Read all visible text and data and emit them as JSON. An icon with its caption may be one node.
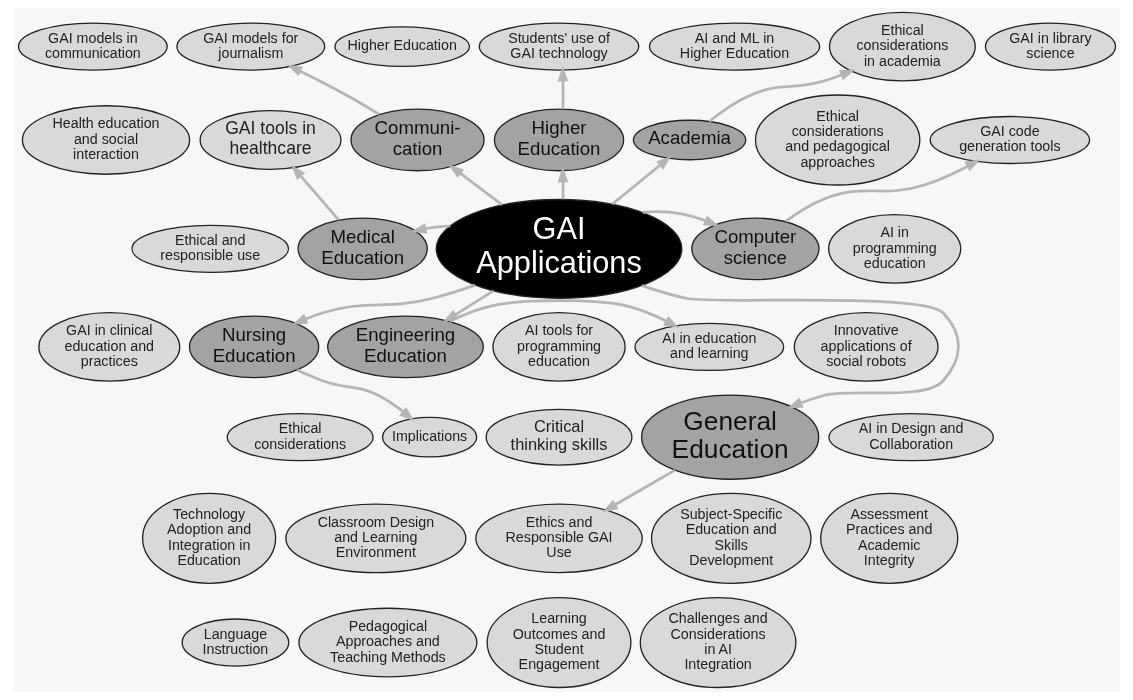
{
  "diagram": {
    "nodes": [
      {
        "text": [
          "GAI Applications"
        ]
      },
      {
        "text": [
          "Medical Education"
        ]
      },
      {
        "text": [
          "Communi- cation"
        ]
      },
      {
        "text": [
          "Higher Education"
        ]
      },
      {
        "text": [
          "Academia"
        ]
      },
      {
        "text": [
          "Computer science"
        ]
      },
      {
        "text": [
          "Engineering Education"
        ]
      },
      {
        "text": [
          "General Education"
        ]
      },
      {
        "text": [
          "Nursing Education"
        ]
      },
      {
        "text": [
          "Health education and social interaction"
        ]
      },
      {
        "text": [
          "GAI tools in healthcare"
        ]
      },
      {
        "text": [
          "Ethical and responsible use"
        ]
      },
      {
        "text": [
          "GAI in clinical education and practices"
        ]
      },
      {
        "text": [
          "GAI models in communication"
        ]
      },
      {
        "text": [
          "GAI models for journalism"
        ]
      },
      {
        "text": [
          "Higher Education"
        ]
      },
      {
        "text": [
          "Students' use of GAI technology"
        ]
      },
      {
        "text": [
          "AI and ML in Higher Education"
        ]
      },
      {
        "text": [
          "Ethical considerations in academia"
        ]
      },
      {
        "text": [
          "GAI in library science"
        ]
      },
      {
        "text": [
          "Ethical considerations and pedagogical approaches"
        ]
      },
      {
        "text": [
          "GAI code generation tools"
        ]
      },
      {
        "text": [
          "AI in programming education"
        ]
      },
      {
        "text": [
          "AI tools for programming education"
        ]
      },
      {
        "text": [
          "AI in education and learning"
        ]
      },
      {
        "text": [
          "Innovative applications of social robots"
        ]
      },
      {
        "text": [
          "AI in Design and Collaboration"
        ]
      },
      {
        "text": [
          "Implications"
        ]
      },
      {
        "text": [
          "Ethical considerations"
        ]
      },
      {
        "text": [
          "Critical thinking skills"
        ]
      },
      {
        "text": [
          "Technology Adoption and Integration in Education"
        ]
      },
      {
        "text": [
          "Classroom Design and Learning Environment"
        ]
      },
      {
        "text": [
          "Ethics and Responsible GAI Use"
        ]
      },
      {
        "text": [
          "Subject-Specific Education and Skills Development"
        ]
      },
      {
        "text": [
          "Assessment Practices and Academic Integrity"
        ]
      },
      {
        "text": [
          "Language Instruction"
        ]
      },
      {
        "text": [
          "Pedagogical Approaches and Teaching Methods"
        ]
      },
      {
        "text": [
          "Learning Outcomes and Student Engagement"
        ]
      },
      {
        "text": [
          "Challenges and Considerations in AI Integration"
        ]
      }
    ],
    "edges": [
      {
        "from": 0,
        "to": 1,
        "arrow": "to"
      },
      {
        "from": 0,
        "to": 2,
        "arrow": "to"
      },
      {
        "from": 0,
        "to": 3,
        "arrow": "to"
      },
      {
        "from": 0,
        "to": 4,
        "arrow": "to"
      },
      {
        "from": 0,
        "to": 5,
        "arrow": "to"
      },
      {
        "from": 0,
        "to": 6,
        "arrow": "to"
      },
      {
        "from": 0,
        "to": 7,
        "arrow": "to"
      },
      {
        "from": 0,
        "to": 8,
        "arrow": "to"
      },
      {
        "from": 1,
        "to": 10,
        "arrow": "to"
      },
      {
        "from": 2,
        "to": 14,
        "arrow": "to"
      },
      {
        "from": 3,
        "to": 16,
        "arrow": "to"
      },
      {
        "from": 4,
        "to": 18,
        "arrow": "to"
      },
      {
        "from": 5,
        "to": 21,
        "arrow": "to"
      },
      {
        "from": 6,
        "to": 24,
        "arrow": "to"
      },
      {
        "from": 8,
        "to": 27,
        "arrow": "to"
      },
      {
        "from": 7,
        "to": 32,
        "arrow": "to"
      }
    ]
  }
}
